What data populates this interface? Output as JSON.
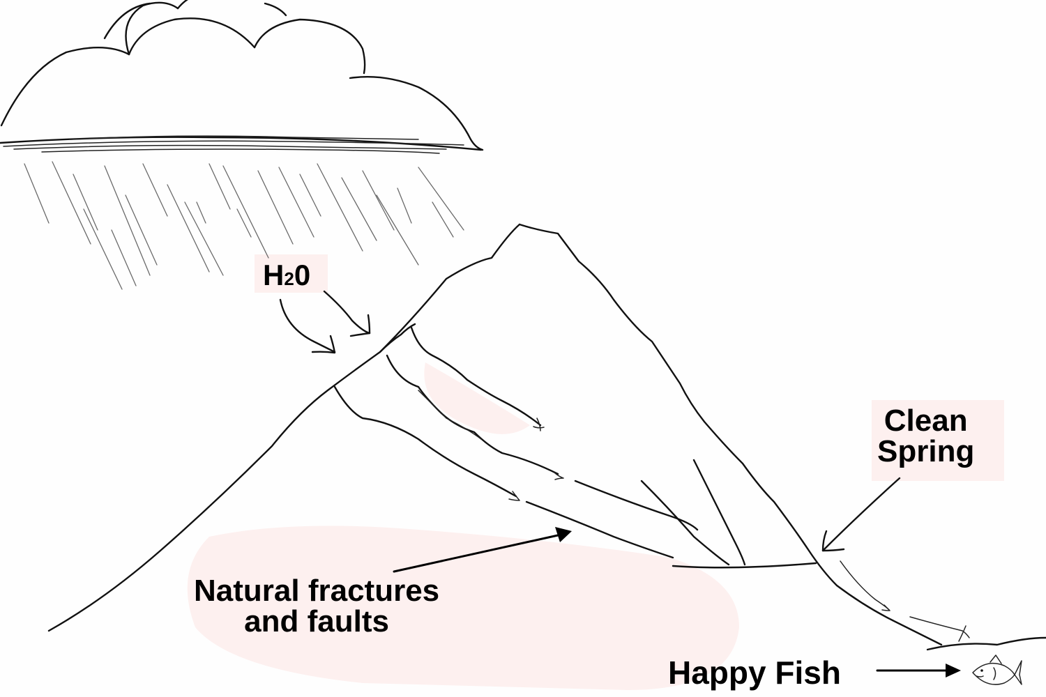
{
  "labels": {
    "water_main": "H",
    "water_sub": "2",
    "water_tail": "0",
    "spring_line1": "Clean",
    "spring_line2": "Spring",
    "fractures_line1": "Natural fractures",
    "fractures_line2": "and faults",
    "fish": "Happy Fish"
  },
  "colors": {
    "ink": "#111111",
    "rain": "#6a6a6a",
    "background": "#fefefe",
    "blush": "#fdf0ef"
  },
  "icons": {
    "cloud": "cloud-icon",
    "rain": "rain-streaks",
    "mountain": "mountain-outline",
    "fish": "fish-icon"
  }
}
